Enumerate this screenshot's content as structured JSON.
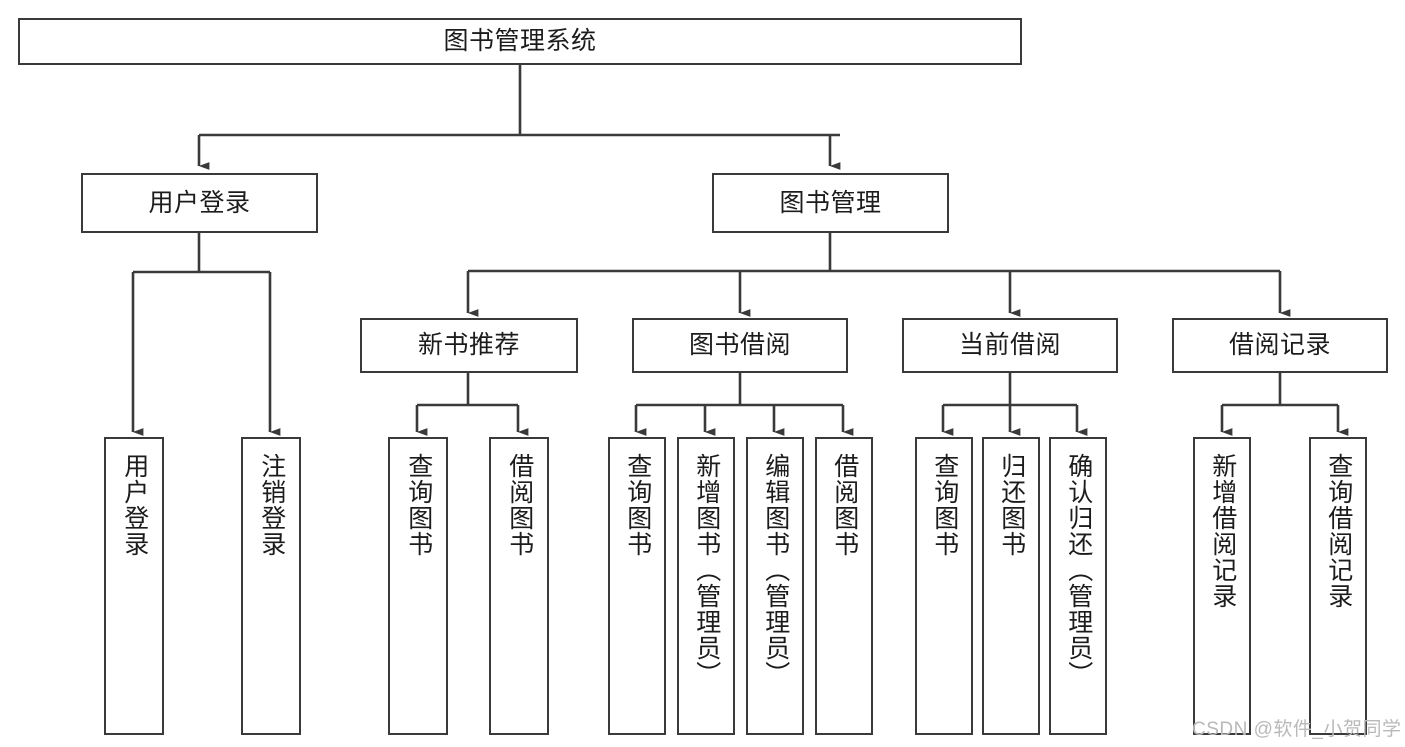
{
  "diagram": {
    "type": "tree",
    "title": "图书管理系统",
    "root": {
      "label": "图书管理系统"
    },
    "level2": [
      {
        "label": "用户登录"
      },
      {
        "label": "图书管理"
      }
    ],
    "level3": [
      {
        "label": "新书推荐"
      },
      {
        "label": "图书借阅"
      },
      {
        "label": "当前借阅"
      },
      {
        "label": "借阅记录"
      }
    ],
    "leaves": {
      "user_login": [
        {
          "label": "用户登录"
        },
        {
          "label": "注销登录"
        }
      ],
      "new_book": [
        {
          "label": "查询图书"
        },
        {
          "label": "借阅图书"
        }
      ],
      "book_borrow": [
        {
          "label": "查询图书"
        },
        {
          "label": "新增图书（管理员）"
        },
        {
          "label": "编辑图书（管理员）"
        },
        {
          "label": "借阅图书"
        }
      ],
      "current_borrow": [
        {
          "label": "查询图书"
        },
        {
          "label": "归还图书"
        },
        {
          "label": "确认归还（管理员）"
        }
      ],
      "borrow_record": [
        {
          "label": "新增借阅记录"
        },
        {
          "label": "查询借阅记录"
        }
      ]
    }
  },
  "watermark": {
    "text": "CSDN @软件_小贺同学"
  },
  "colors": {
    "border": "#3a3a3a",
    "text": "#1c1c1c",
    "background": "#ffffff",
    "watermark": "#b9b9b9"
  }
}
